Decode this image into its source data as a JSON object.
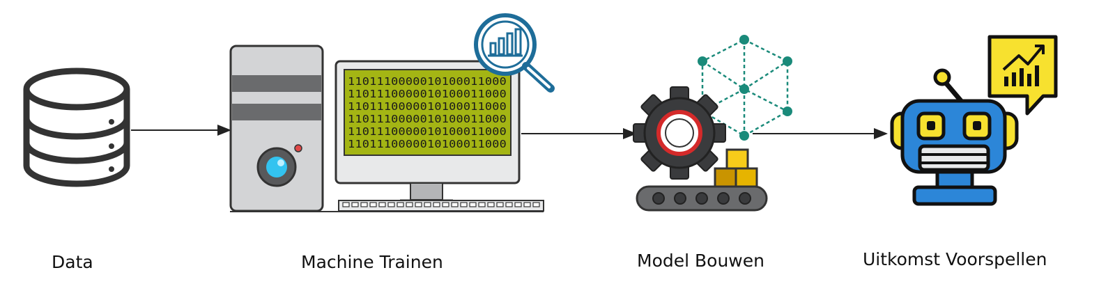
{
  "steps": [
    {
      "id": "data",
      "label": "Data",
      "icon": "database-icon"
    },
    {
      "id": "train",
      "label": "Machine Trainen",
      "icon": "computer-icon"
    },
    {
      "id": "model",
      "label": "Model Bouwen",
      "icon": "gear-conveyor-icon"
    },
    {
      "id": "predict",
      "label": "Uitkomst Voorspellen",
      "icon": "robot-icon"
    }
  ],
  "screen": {
    "lines": [
      "1101110000010100011000",
      "1101110000010100011000",
      "1101110000010100011000",
      "1101110000010100011000",
      "1101110000010100011000",
      "1101110000010100011000"
    ]
  },
  "colors": {
    "outline": "#2e2e2e",
    "screen_green": "#a4b514",
    "cabinet_gray": "#d3d4d6",
    "teal_network": "#1a8a7a",
    "magnifier_blue": "#1e6d99",
    "robot_blue": "#2c86d8",
    "accent_yellow": "#f7e12f",
    "box_gold": "#e6b400",
    "gear_red": "#d42a2a"
  }
}
